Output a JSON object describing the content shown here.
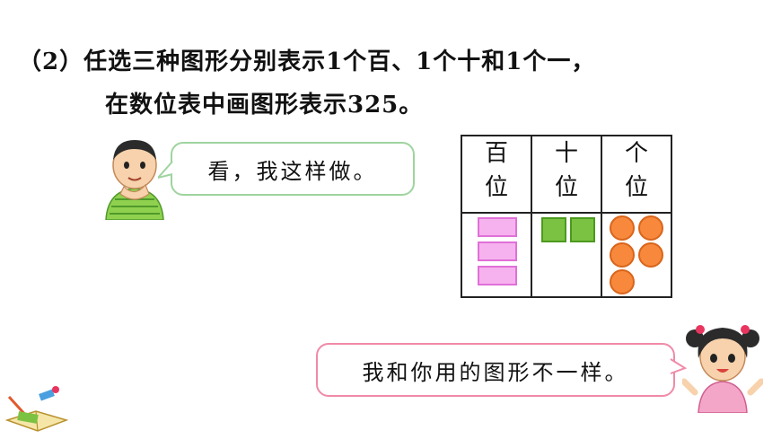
{
  "question": {
    "line1": "（2）任选三种图形分别表示1个百、1个十和1个一，",
    "line2": "在数位表中画图形表示325。"
  },
  "boy_speech": "看，我这样做。",
  "girl_speech": "我和你用的图形不一样。",
  "place_table": {
    "headers": [
      "百\n位",
      "十\n位",
      "个\n位"
    ],
    "hundreds": 3,
    "tens": 2,
    "ones": 5
  },
  "colors": {
    "hundreds_shape": "#f6b2ee",
    "tens_shape": "#7cc242",
    "ones_shape": "#f7883c",
    "boy_bubble_border": "#9fd49f",
    "girl_bubble_border": "#f08aa8"
  }
}
